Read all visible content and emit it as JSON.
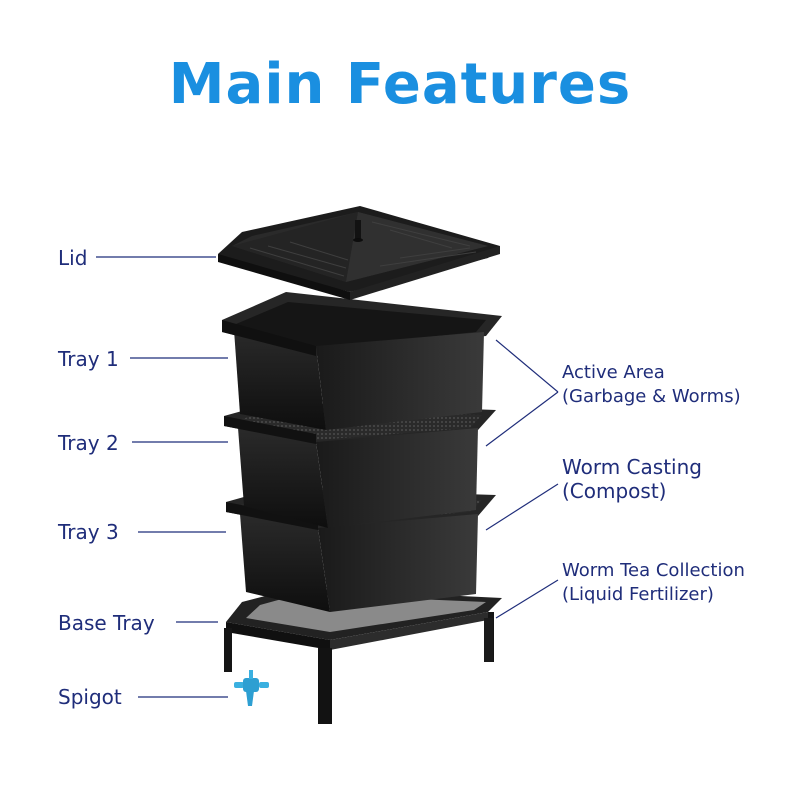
{
  "title": "Main Features",
  "labels": {
    "lid": "Lid",
    "tray1": "Tray 1",
    "tray2": "Tray 2",
    "tray3": "Tray 3",
    "base_tray": "Base Tray",
    "spigot": "Spigot"
  },
  "callouts": {
    "active_area": {
      "line1": "Active Area",
      "line2": "(Garbage & Worms)"
    },
    "worm_casting": {
      "line1": "Worm Casting",
      "line2": "(Compost)"
    },
    "worm_tea": {
      "line1": "Worm Tea Collection",
      "line2": "(Liquid Fertilizer)"
    }
  },
  "colors": {
    "title": "#1a8fe0",
    "label": "#1f2d7a",
    "plastic": "#1b1b1b",
    "spigot": "#3ab0e0"
  }
}
